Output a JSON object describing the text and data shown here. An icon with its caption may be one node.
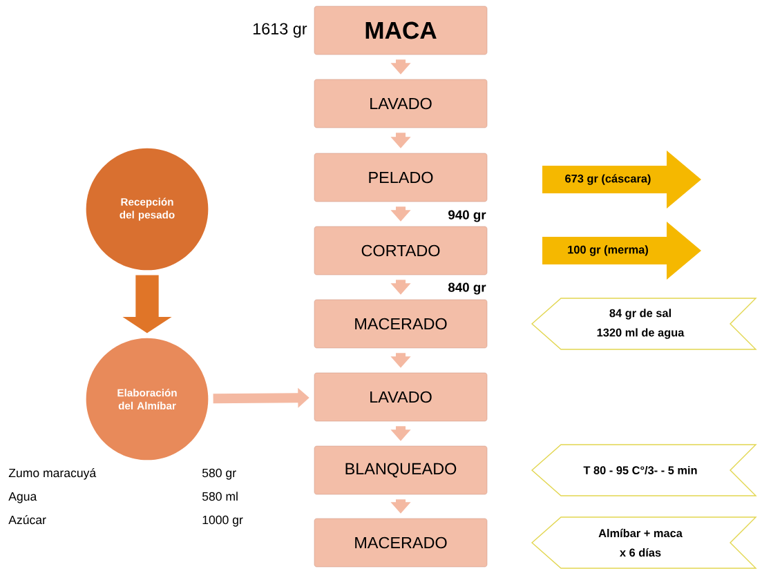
{
  "diagram": {
    "nodes": [
      {
        "text": [
          "MACA"
        ],
        "beside": [
          "1613 gr"
        ]
      },
      {
        "text": [
          "LAVADO"
        ]
      },
      {
        "text": [
          "PELADO"
        ]
      },
      {
        "text": [
          "CORTADO"
        ]
      },
      {
        "text": [
          "MACERADO"
        ]
      },
      {
        "text": [
          "LAVADO"
        ]
      },
      {
        "text": [
          "BLANQUEADO"
        ]
      },
      {
        "text": [
          "MACERADO"
        ]
      },
      {
        "text": [
          "673 gr (cáscara)"
        ]
      },
      {
        "text": [
          "100 gr (merma)"
        ]
      },
      {
        "text": [
          "84 gr de sal",
          "1320 ml de agua"
        ]
      },
      {
        "text": [
          "T 80 - 95 C°/3- - 5 min"
        ]
      },
      {
        "text": [
          "Almíbar + maca",
          "x 6 días"
        ]
      },
      {
        "text": [
          "Recepción del pesado"
        ]
      },
      {
        "text": [
          "Elaboración del Almíbar"
        ]
      }
    ],
    "edges": [
      {
        "from": 0,
        "to": 1,
        "arrow": "to"
      },
      {
        "from": 1,
        "to": 2,
        "arrow": "to"
      },
      {
        "from": 2,
        "to": 3,
        "arrow": "to",
        "label": "940 gr"
      },
      {
        "from": 3,
        "to": 4,
        "arrow": "to",
        "label": "840 gr"
      },
      {
        "from": 4,
        "to": 5,
        "arrow": "to"
      },
      {
        "from": 5,
        "to": 6,
        "arrow": "to"
      },
      {
        "from": 6,
        "to": 7,
        "arrow": "to"
      },
      {
        "from": 13,
        "to": 14,
        "arrow": "to",
        "style": "thick",
        "color": "#e07528"
      },
      {
        "from": 14,
        "to": 5,
        "arrow": "to"
      }
    ],
    "labels": [
      "Zumo maracuyá",
      "580 gr",
      "Agua",
      "580 ml",
      "Azúcar",
      "1000 gr"
    ]
  }
}
